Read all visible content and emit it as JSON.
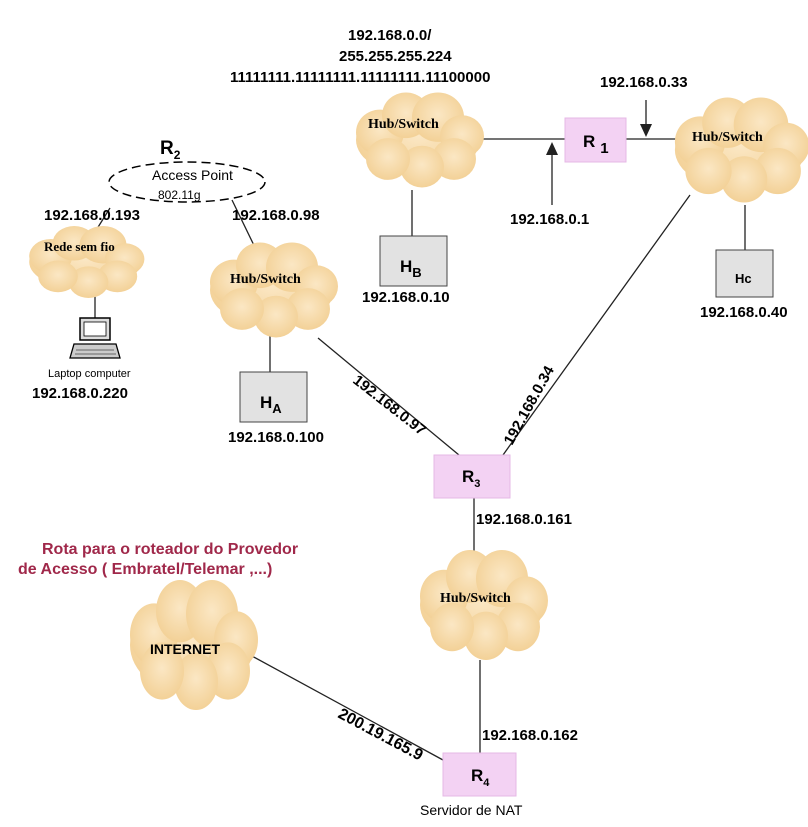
{
  "subnet": {
    "network": "192.168.0.0/",
    "mask": "255.255.255.224",
    "binary": "11111111.11111111.11111111.11100000"
  },
  "routers": {
    "r1": {
      "letter": "R",
      "sub": "1",
      "ip_left": "192.168.0.1",
      "ip_right": "192.168.0.33"
    },
    "r2": {
      "letter": "R",
      "sub": "2",
      "device": "Access Point",
      "standard": "802.11g",
      "ip_left": "192.168.0.193",
      "ip_right": "192.168.0.98"
    },
    "r3": {
      "letter": "R",
      "sub": "3",
      "ip_left": "192.168.0.97",
      "ip_right": "192.168.0.34",
      "ip_bottom": "192.168.0.161"
    },
    "r4": {
      "letter": "R",
      "sub": "4",
      "ip_top": "192.168.0.162",
      "ip_internet": "200.19.165.9",
      "caption": "Servidor de NAT"
    }
  },
  "clouds": {
    "hub_b": "Hub/Switch",
    "hub_c": "Hub/Switch",
    "hub_a": "Hub/Switch",
    "hub_r4": "Hub/Switch",
    "wireless": "Rede sem fio",
    "internet": "INTERNET"
  },
  "hosts": {
    "ha": {
      "letter": "H",
      "sub": "A",
      "ip": "192.168.0.100"
    },
    "hb": {
      "letter": "H",
      "sub": "B",
      "ip": "192.168.0.10"
    },
    "hc": {
      "letter": "Hc",
      "ip": "192.168.0.40"
    },
    "laptop": {
      "caption": "Laptop computer",
      "ip": "192.168.0.220"
    }
  },
  "note": {
    "line1": "Rota para o roteador do Provedor",
    "line2": "de Acesso (  Embratel/Telemar ,...)",
    "color": "#a0284a"
  },
  "colors": {
    "cloud": "#f6d9a6",
    "router": "#f3d2f3",
    "host": "#e2e2e2"
  }
}
